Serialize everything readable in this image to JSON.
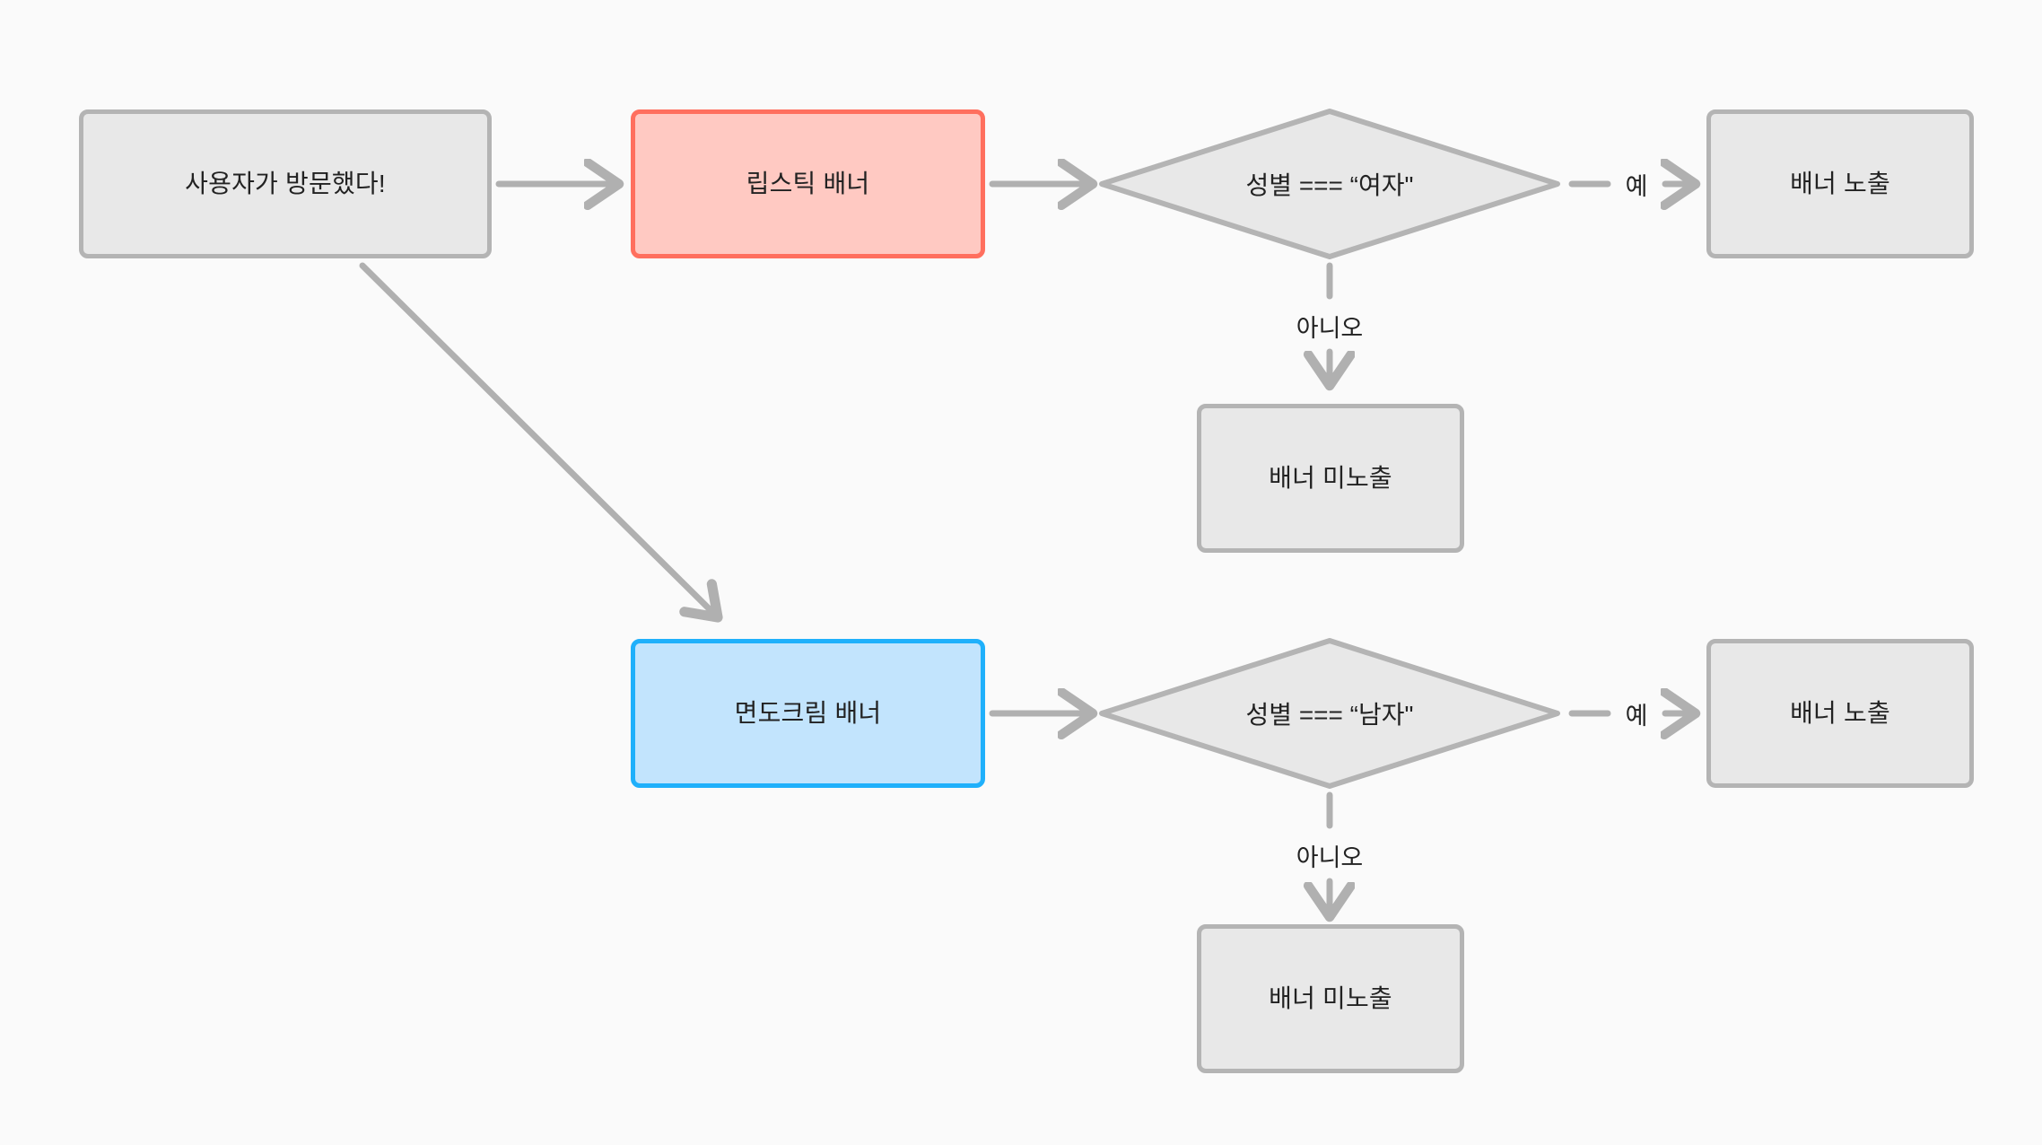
{
  "diagram": {
    "title": "banner-targeting-flowchart",
    "background_color": "#fafafa",
    "edge_color": "#b0b0b0",
    "nodes": [
      {
        "id": "visit",
        "label": "사용자가 방문했다!",
        "shape": "rounded-rect",
        "style": "default",
        "fill": "#e8e8e8",
        "stroke": "#b4b4b4"
      },
      {
        "id": "lipstick-banner",
        "label": "립스틱 배너",
        "shape": "rounded-rect",
        "style": "red",
        "fill": "#ffc9c2",
        "stroke": "#ff6f5e"
      },
      {
        "id": "condition-female",
        "label": "성별 === “여자\"",
        "shape": "diamond",
        "style": "default",
        "fill": "#e8e8e8",
        "stroke": "#b4b4b4"
      },
      {
        "id": "show-banner-top",
        "label": "배너 노출",
        "shape": "rounded-rect",
        "style": "default",
        "fill": "#e8e8e8",
        "stroke": "#b4b4b4"
      },
      {
        "id": "hide-banner-top",
        "label": "배너 미노출",
        "shape": "rounded-rect",
        "style": "default",
        "fill": "#e8e8e8",
        "stroke": "#b4b4b4"
      },
      {
        "id": "shaving-cream-banner",
        "label": "면도크림 배너",
        "shape": "rounded-rect",
        "style": "blue",
        "fill": "#c2e4fd",
        "stroke": "#1fb0fb"
      },
      {
        "id": "condition-male",
        "label": "성별 === “남자\"",
        "shape": "diamond",
        "style": "default",
        "fill": "#e8e8e8",
        "stroke": "#b4b4b4"
      },
      {
        "id": "show-banner-bottom",
        "label": "배너 노출",
        "shape": "rounded-rect",
        "style": "default",
        "fill": "#e8e8e8",
        "stroke": "#b4b4b4"
      },
      {
        "id": "hide-banner-bottom",
        "label": "배너 미노출",
        "shape": "rounded-rect",
        "style": "default",
        "fill": "#e8e8e8",
        "stroke": "#b4b4b4"
      }
    ],
    "edges": [
      {
        "id": "e1",
        "from": "visit",
        "to": "lipstick-banner",
        "label": ""
      },
      {
        "id": "e2",
        "from": "visit",
        "to": "shaving-cream-banner",
        "label": ""
      },
      {
        "id": "e3",
        "from": "lipstick-banner",
        "to": "condition-female",
        "label": ""
      },
      {
        "id": "e4",
        "from": "condition-female",
        "to": "show-banner-top",
        "label": "예"
      },
      {
        "id": "e5",
        "from": "condition-female",
        "to": "hide-banner-top",
        "label": "아니오"
      },
      {
        "id": "e6",
        "from": "shaving-cream-banner",
        "to": "condition-male",
        "label": ""
      },
      {
        "id": "e7",
        "from": "condition-male",
        "to": "show-banner-bottom",
        "label": "예"
      },
      {
        "id": "e8",
        "from": "condition-male",
        "to": "hide-banner-bottom",
        "label": "아니오"
      }
    ],
    "edge_labels": {
      "yes_top": "예",
      "no_top": "아니오",
      "yes_bottom": "예",
      "no_bottom": "아니오"
    }
  }
}
